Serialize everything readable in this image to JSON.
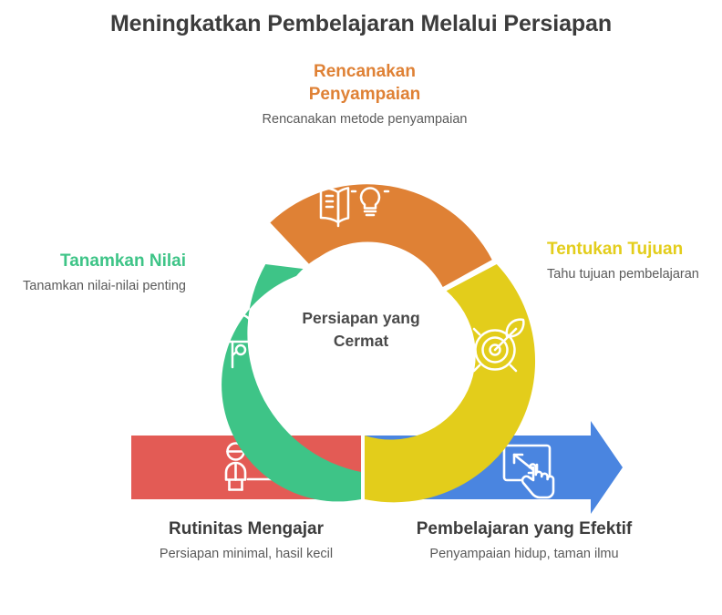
{
  "header": {
    "title": "Meningkatkan Pembelajaran Melalui Persiapan"
  },
  "hub": {
    "label": "Persiapan yang Cermat"
  },
  "colors": {
    "orange": "#df8135",
    "green": "#3ec487",
    "yellow": "#e3cd1b",
    "red": "#e35b55",
    "blue": "#4a85e0",
    "title_text": "#3c3c3c",
    "body_text": "#5a5a5a",
    "background": "#ffffff"
  },
  "segments": [
    {
      "id": "plan",
      "title": "Rencanakan Penyampaian",
      "description": "Rencanakan metode penyampaian",
      "color": "#df8135",
      "icon": "book-lightbulb-icon",
      "position": "top"
    },
    {
      "id": "goals",
      "title": "Tentukan Tujuan",
      "description": "Tahu tujuan pembelajaran",
      "color": "#e3cd1b",
      "icon": "target-arrow-icon",
      "position": "right"
    },
    {
      "id": "values",
      "title": "Tanamkan Nilai",
      "description": "Tanamkan nilai-nilai penting",
      "color": "#3ec487",
      "icon": "tree-icon",
      "position": "left"
    }
  ],
  "outcomes": [
    {
      "id": "routine",
      "title": "Rutinitas Mengajar",
      "description": "Persiapan minimal, hasil kecil",
      "color": "#e35b55",
      "icon": "presenter-board-icon",
      "shape": "bar"
    },
    {
      "id": "effective",
      "title": "Pembelajaran yang Efektif",
      "description": "Penyampaian hidup, taman ilmu",
      "color": "#4a85e0",
      "icon": "screen-expand-hand-icon",
      "shape": "arrow"
    }
  ],
  "chart_data": {
    "type": "pie",
    "title": "Meningkatkan Pembelajaran Melalui Persiapan",
    "center_label": "Persiapan yang Cermat",
    "categories": [
      "Rencanakan Penyampaian",
      "Tentukan Tujuan",
      "Tanamkan Nilai"
    ],
    "values": [
      33.3,
      33.3,
      33.3
    ],
    "colors": [
      "#df8135",
      "#e3cd1b",
      "#3ec487"
    ],
    "legend": "inline-callouts",
    "grid": false
  }
}
